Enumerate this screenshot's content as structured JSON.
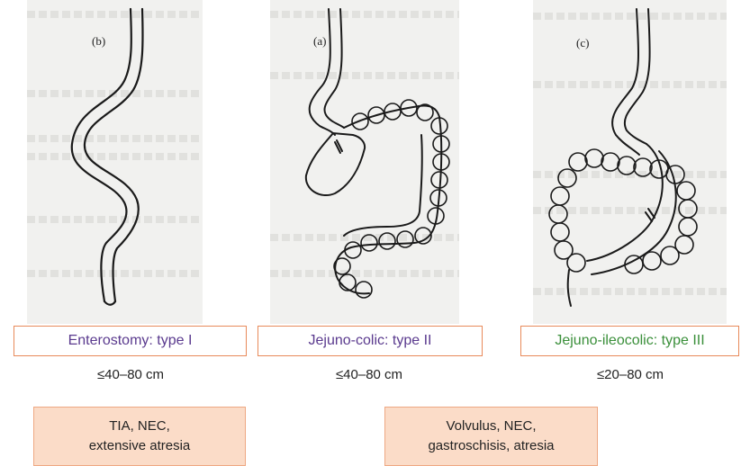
{
  "panels": [
    {
      "label": "(b)",
      "type_text": "Enterostomy: type I",
      "type_color": "#5a3a8e",
      "length": "≤40–80 cm"
    },
    {
      "label": "(a)",
      "type_text": "Jejuno-colic: type II",
      "type_color": "#5a3a8e",
      "length": "≤40–80 cm"
    },
    {
      "label": "(c)",
      "type_text": "Jejuno-ileocolic: type III",
      "type_color": "#3a8f3a",
      "length": "≤20–80 cm"
    }
  ],
  "causes": [
    {
      "line1": "TIA, NEC,",
      "line2": "extensive atresia"
    },
    {
      "line1": "Volvulus, NEC,",
      "line2": "gastroschisis, atresia"
    }
  ],
  "colors": {
    "box_border": "#e88a5a",
    "cause_fill": "#fbdcc8",
    "type1_text": "#5a3a8e",
    "type3_text": "#3a8f3a"
  }
}
